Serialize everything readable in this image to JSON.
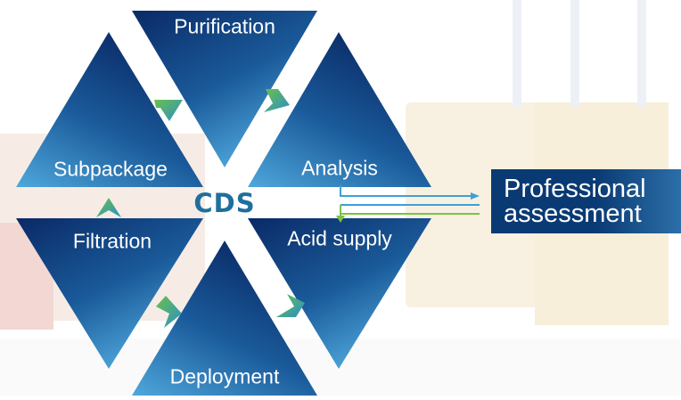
{
  "diagram": {
    "center_label": "CDS",
    "steps": [
      {
        "id": "purification",
        "label": "Purification"
      },
      {
        "id": "analysis",
        "label": "Analysis"
      },
      {
        "id": "acid-supply",
        "label": "Acid supply"
      },
      {
        "id": "deployment",
        "label": "Deployment"
      },
      {
        "id": "filtration",
        "label": "Filtration"
      },
      {
        "id": "subpackage",
        "label": "Subpackage"
      }
    ],
    "output": {
      "line1": "Professional",
      "line2": "assessment"
    },
    "colors": {
      "triangle_dark": "#0a2a66",
      "triangle_light": "#4fa8dc",
      "chevron_green": "#6cc04a",
      "chevron_blue": "#2a8fc9",
      "output_box": "#0a3a73",
      "center_text": "#1f6f9e",
      "connector_blue": "#3ea0d8",
      "connector_green": "#7cc242"
    }
  }
}
